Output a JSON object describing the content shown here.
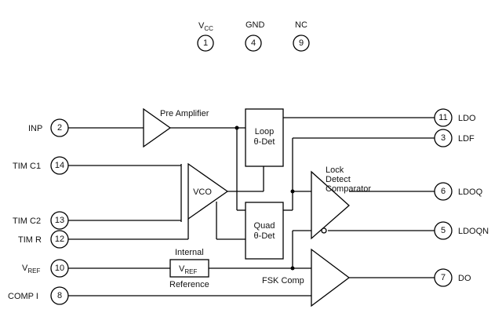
{
  "power_pins": {
    "vcc": {
      "label_main": "V",
      "label_sub": "CC",
      "number": "1"
    },
    "gnd": {
      "label": "GND",
      "number": "4"
    },
    "nc": {
      "label": "NC",
      "number": "9"
    }
  },
  "input_pins": {
    "inp": {
      "label": "INP",
      "number": "2"
    },
    "timc1": {
      "label": "TIM C1",
      "number": "14"
    },
    "timc2": {
      "label": "TIM C2",
      "number": "13"
    },
    "timr": {
      "label": "TIM R",
      "number": "12"
    },
    "vref": {
      "label_main": "V",
      "label_sub": "REF",
      "number": "10"
    },
    "compi": {
      "label": "COMP I",
      "number": "8"
    }
  },
  "output_pins": {
    "ldo": {
      "label": "LDO",
      "number": "11"
    },
    "ldf": {
      "label": "LDF",
      "number": "3"
    },
    "ldoq": {
      "label": "LDOQ",
      "number": "6"
    },
    "ldoqn": {
      "label": "LDOQN",
      "number": "5"
    },
    "do": {
      "label": "DO",
      "number": "7"
    }
  },
  "blocks": {
    "pre_amp": "Pre Amplifier",
    "loop_det_1": "Loop",
    "loop_det_2": "θ-Det",
    "vco": "VCO",
    "quad_det_1": "Quad",
    "quad_det_2": "θ-Det",
    "lock_1": "Lock",
    "lock_2": "Detect",
    "lock_3": "Comparator",
    "vref_internal": "Internal",
    "vref_main": "V",
    "vref_sub": "REF",
    "vref_reference": "Reference",
    "fsk_comp": "FSK Comp"
  }
}
